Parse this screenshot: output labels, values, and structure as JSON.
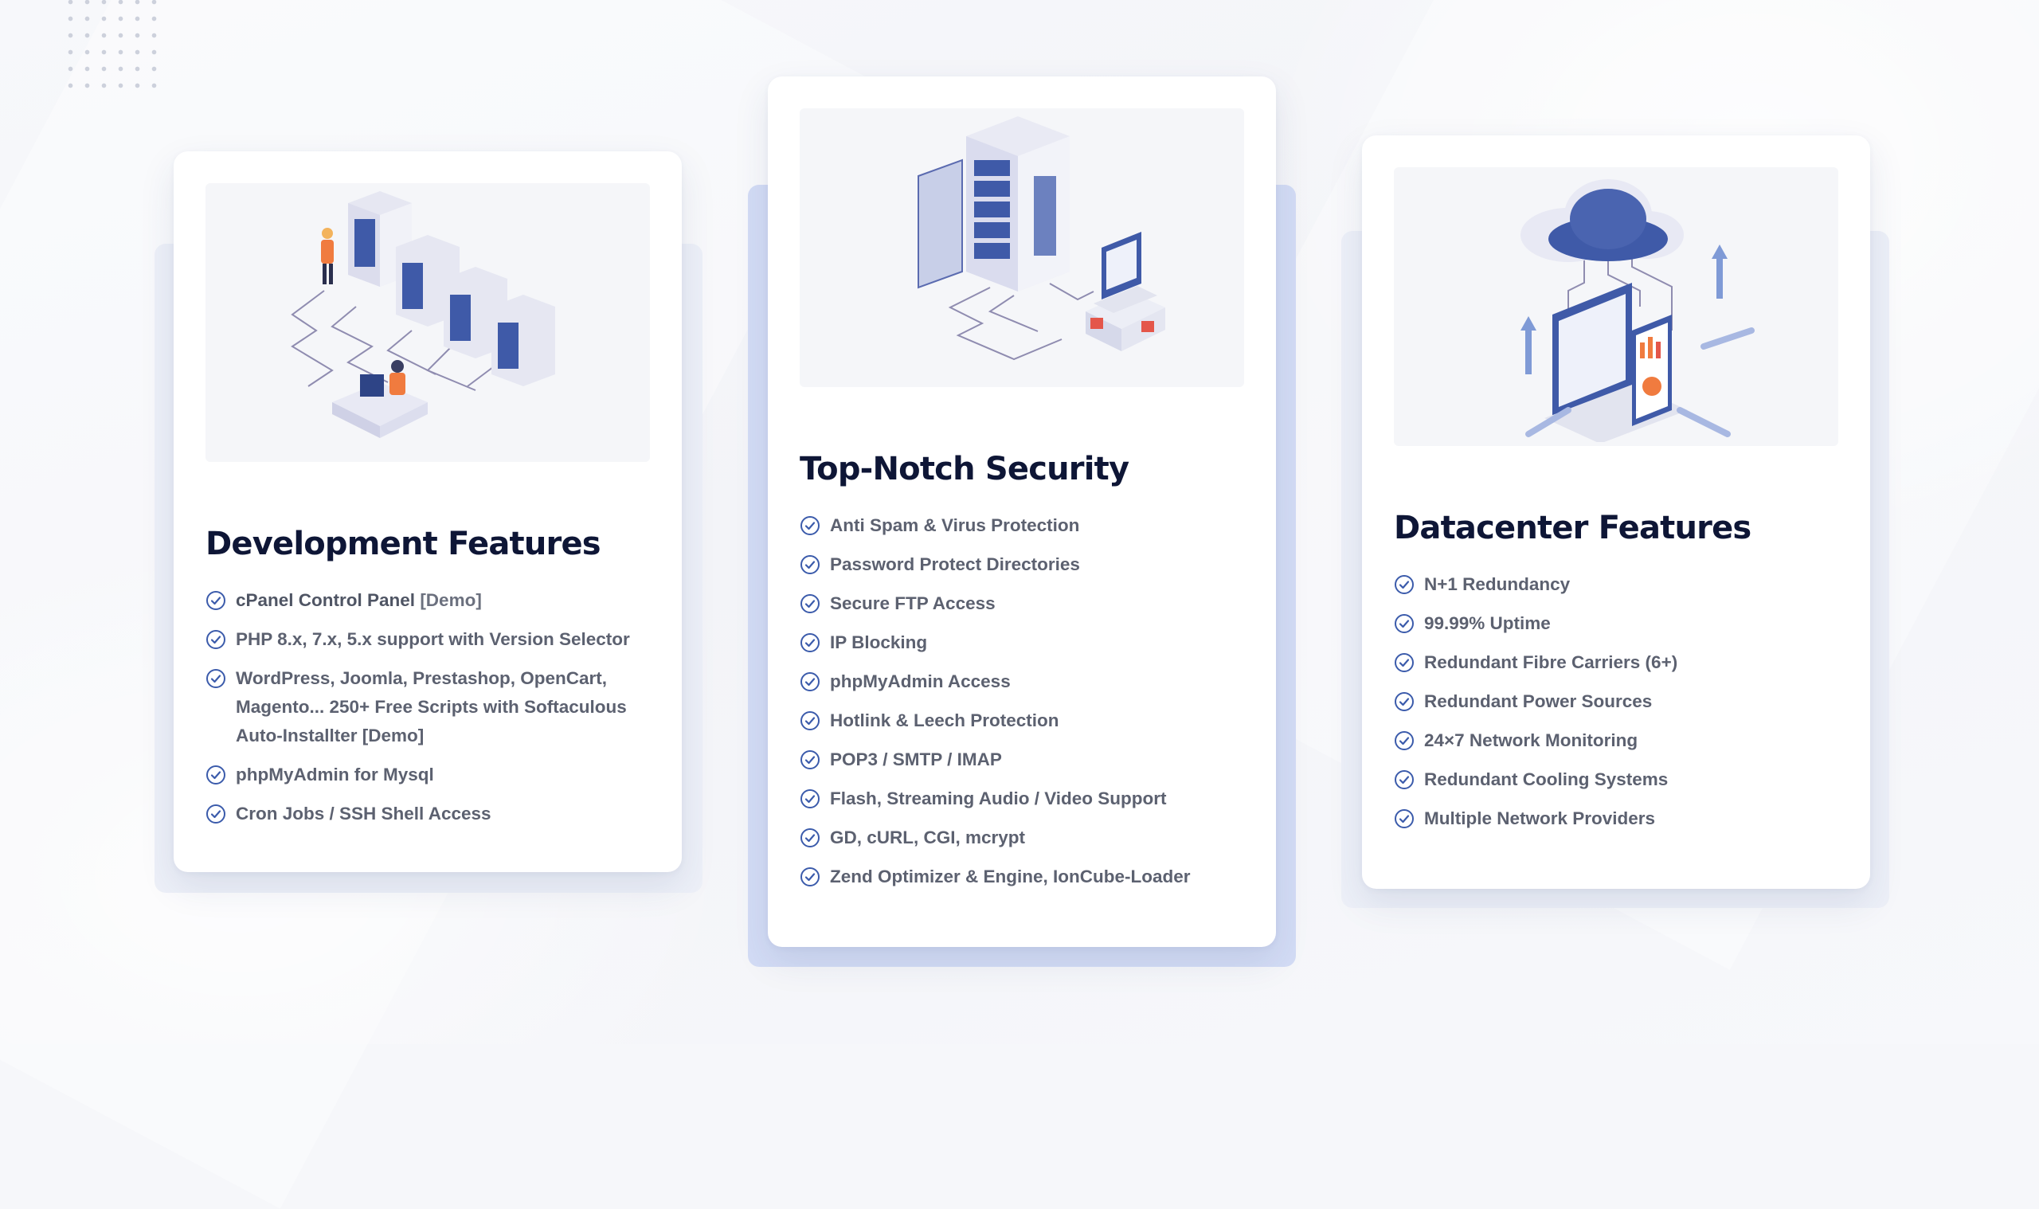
{
  "colors": {
    "background": "#f6f7fa",
    "card": "#ffffff",
    "title": "#0e1636",
    "text": "#5c6170",
    "check": "#3b5bab",
    "accent_back": "#d3dcf5",
    "faint_back": "#edf0f8"
  },
  "cards": [
    {
      "title": "Development Features",
      "illustration_icon": "server-network-developers-illustration",
      "features": [
        {
          "text": "cPanel Control Panel",
          "suffix": " [Demo]"
        },
        {
          "text": "PHP 8.x, 7.x, 5.x support with Version Selector",
          "suffix": ""
        },
        {
          "text": "WordPress, Joomla, Prestashop, OpenCart, Magento... 250+ Free Scripts with Softaculous Auto-Installter [Demo]",
          "suffix": ""
        },
        {
          "text": "phpMyAdmin for Mysql",
          "suffix": ""
        },
        {
          "text": "Cron Jobs / SSH Shell Access",
          "suffix": ""
        }
      ]
    },
    {
      "title": "Top-Notch Security",
      "illustration_icon": "server-rack-laptop-security-illustration",
      "features": [
        {
          "text": "Anti Spam & Virus Protection",
          "suffix": ""
        },
        {
          "text": "Password Protect Directories",
          "suffix": ""
        },
        {
          "text": "Secure FTP Access",
          "suffix": ""
        },
        {
          "text": "IP Blocking",
          "suffix": ""
        },
        {
          "text": "phpMyAdmin Access",
          "suffix": ""
        },
        {
          "text": "Hotlink & Leech Protection",
          "suffix": ""
        },
        {
          "text": "POP3 / SMTP / IMAP",
          "suffix": ""
        },
        {
          "text": "Flash, Streaming Audio / Video Support",
          "suffix": ""
        },
        {
          "text": "GD, cURL, CGI, mcrypt",
          "suffix": ""
        },
        {
          "text": "Zend Optimizer & Engine, IonCube-Loader",
          "suffix": ""
        }
      ]
    },
    {
      "title": "Datacenter Features",
      "illustration_icon": "cloud-laptop-datacenter-illustration",
      "features": [
        {
          "text": "N+1 Redundancy",
          "suffix": ""
        },
        {
          "text": "99.99% Uptime",
          "suffix": ""
        },
        {
          "text": "Redundant Fibre Carriers (6+)",
          "suffix": ""
        },
        {
          "text": "Redundant Power Sources",
          "suffix": ""
        },
        {
          "text": "24×7 Network Monitoring",
          "suffix": ""
        },
        {
          "text": "Redundant Cooling Systems",
          "suffix": ""
        },
        {
          "text": "Multiple Network Providers",
          "suffix": ""
        }
      ]
    }
  ]
}
